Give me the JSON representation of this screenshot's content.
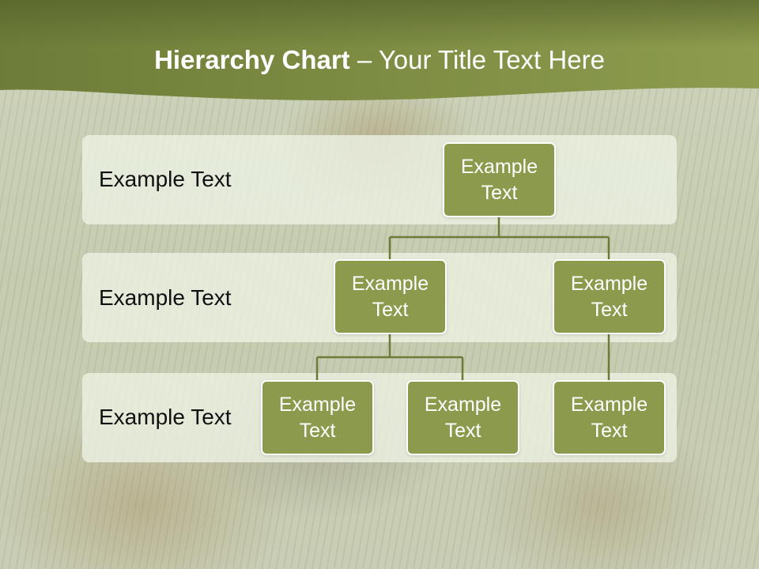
{
  "title": {
    "bold": "Hierarchy Chart",
    "rest": " – Your Title Text Here"
  },
  "bands": [
    {
      "label": "Example Text"
    },
    {
      "label": "Example Text"
    },
    {
      "label": "Example Text"
    }
  ],
  "nodes": {
    "root": "Example Text",
    "level2_left": "Example Text",
    "level2_right": "Example Text",
    "level3_a": "Example Text",
    "level3_b": "Example Text",
    "level3_c": "Example Text"
  },
  "colors": {
    "banner": "#7a8a3f",
    "node_fill": "#8b9a4d",
    "connector": "#6e7a37"
  }
}
